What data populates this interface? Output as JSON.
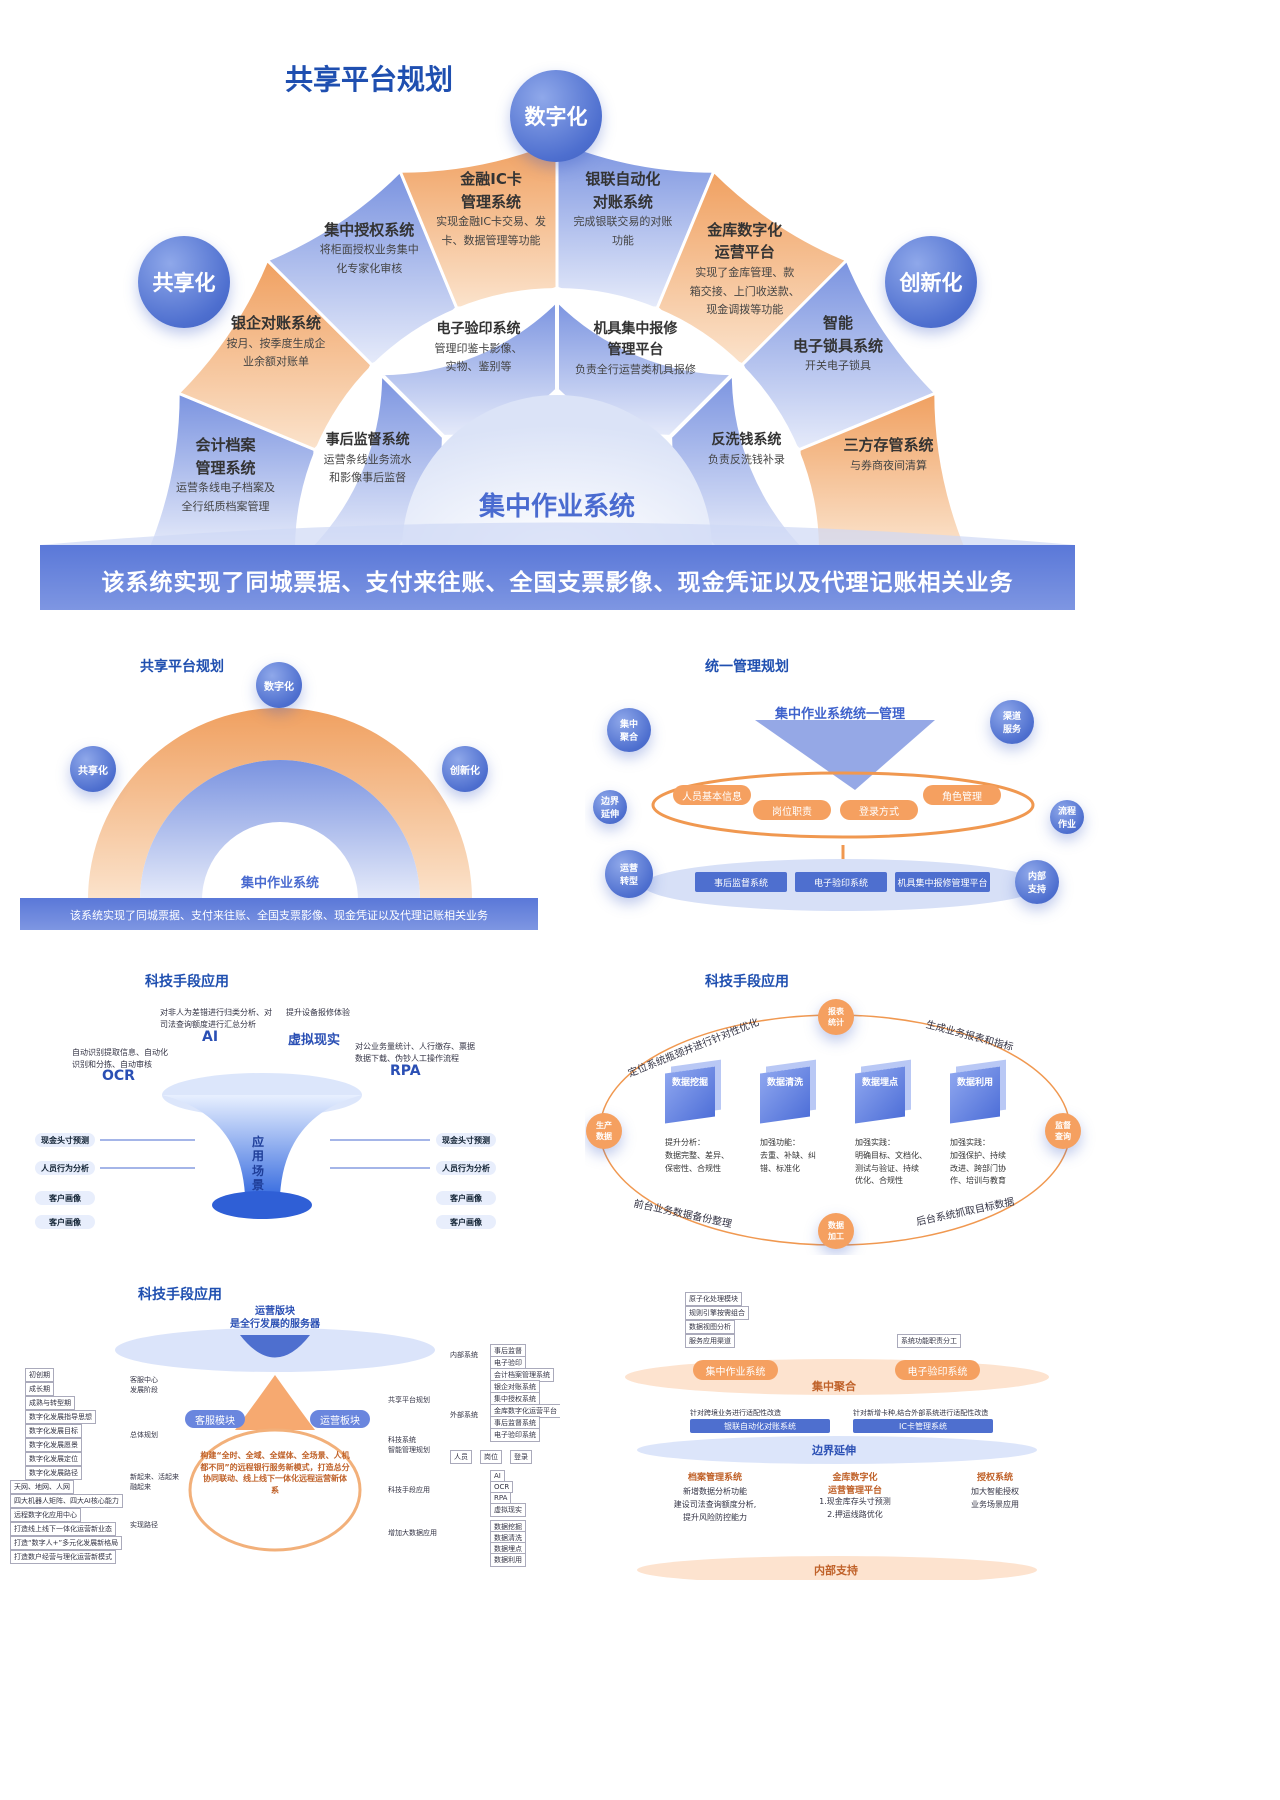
{
  "s1": {
    "title": "共享平台规划",
    "left": "共享化",
    "top": "数字化",
    "right": "创新化",
    "center": "集中作业系统",
    "banner": "该系统实现了同城票据、支付来往账、全国支票影像、现金凭证以及代理记账相关业务",
    "outer": [
      {
        "t1": "会计档案",
        "t2": "管理系统",
        "d": [
          "运营条线电子档案及",
          "全行纸质档案管理"
        ]
      },
      {
        "t1": "银企对账系统",
        "t2": "",
        "d": [
          "按月、按季度生成企",
          "业余额对账单"
        ]
      },
      {
        "t1": "集中授权系统",
        "t2": "",
        "d": [
          "将柜面授权业务集中",
          "化专家化审核"
        ]
      },
      {
        "t1": "金融IC卡",
        "t2": "管理系统",
        "d": [
          "实现金融IC卡交易、发",
          "卡、数据管理等功能"
        ]
      },
      {
        "t1": "银联自动化",
        "t2": "对账系统",
        "d": [
          "完成银联交易的对账",
          "功能"
        ]
      },
      {
        "t1": "金库数字化",
        "t2": "运营平台",
        "d": [
          "实现了金库管理、款",
          "箱交接、上门收送款、",
          "现金调拨等功能"
        ]
      },
      {
        "t1": "智能",
        "t2": "电子锁具系统",
        "d": [
          "开关电子锁具"
        ]
      },
      {
        "t1": "三方存管系统",
        "t2": "",
        "d": [
          "与券商夜间清算"
        ]
      }
    ],
    "inner": [
      {
        "t1": "事后监督系统",
        "d": [
          "运营条线业务流水",
          "和影像事后监督"
        ]
      },
      {
        "t1": "电子验印系统",
        "d": [
          "管理印鉴卡影像、",
          "实物、鉴别等"
        ]
      },
      {
        "t1": "机具集中报修",
        "t2": "管理平台",
        "d": [
          "负责全行运营类机具报修"
        ]
      },
      {
        "t1": "反洗钱系统",
        "d": [
          "负责反洗钱补录"
        ]
      }
    ]
  },
  "s2": {
    "title": "共享平台规划"
  },
  "s3": {
    "title": "统一管理规划",
    "header": "集中作业系统统一管理",
    "bubbles": [
      "集中\n聚合",
      "渠道\n服务",
      "边界\n延伸",
      "流程\n作业",
      "运营\n转型",
      "内部\n支持"
    ],
    "discs": [
      "人员基本信息",
      "岗位职责",
      "登录方式",
      "角色管理"
    ],
    "bars": [
      "事后监督系统",
      "电子验印系统",
      "机具集中报修管理平台"
    ]
  },
  "s4": {
    "title": "科技手段应用",
    "ai": "AI",
    "vr": "虚拟现实",
    "ocr": "OCR",
    "rpa": "RPA",
    "ai_d": "对非人为差错进行归类分析、对\n司法查询额度进行汇总分析",
    "vr_d": "提升设备报修体验",
    "ocr_d": "自动识别提取信息、自动化\n识别和分拣、自动审核",
    "rpa_d": "对公业务量统计、人行缴存、票据\n数据下载、伪钞人工操作流程",
    "funnel": "应\n用\n场\n景",
    "left": [
      "现金头寸预测",
      "人员行为分析",
      "客户画像",
      "客户画像"
    ],
    "right": [
      "现金头寸预测",
      "人员行为分析",
      "客户画像",
      "客户画像"
    ]
  },
  "s5": {
    "title": "科技手段应用",
    "top": "报表\n统计",
    "left": "生产\n数据",
    "right": "监督\n查询",
    "bottom": "数据\n加工",
    "arc_tl": "定位系统瓶颈并进行针对性优化",
    "arc_tr": "生成业务报表和指标",
    "arc_bl": "前台业务数据备份整理",
    "arc_br": "后台系统抓取目标数据",
    "cubes": [
      {
        "name": "数据挖掘",
        "d": "提升分析：\n数据完整、差异、\n保密性、合规性"
      },
      {
        "name": "数据清洗",
        "d": "加强功能：\n去重、补缺、纠\n错、标准化"
      },
      {
        "name": "数据埋点",
        "d": "加强实践：\n明确目标、文档化、\n测试与验证、持续\n优化、合规性"
      },
      {
        "name": "数据利用",
        "d": "加强实践：\n加强保护、持续\n改进、跨部门协\n作、培训与教育"
      }
    ]
  },
  "s6": {
    "title": "科技手段应用",
    "head1": "运营版块",
    "head2": "是全行发展的服务器",
    "b1": "客服模块",
    "b2": "运营板块",
    "center": "构建“全时、全域、全媒体、全场景、人机都不同”的远程银行服务新模式，打造总分协同联动、线上线下一体化远程运营新体系",
    "leftList": [
      "初创期",
      "成长期",
      "成熟与转型期",
      "数字化发展指导思想",
      "数字化发展目标",
      "数字化发展愿景",
      "数字化发展定位",
      "数字化发展路径",
      "天网、地网、人网",
      "四大机器人矩阵、四大AI核心能力",
      "远程数字化应用中心",
      "打造线上线下一体化运营新业态",
      "打造“数字人+”多元化发展新格局",
      "打造数户经营与理化运营新模式"
    ],
    "leftMid": [
      "客服中心\n发展阶段",
      "总体规划",
      "新起来、活起来\n融起来",
      "实现路径"
    ],
    "rightMid": [
      "共享平台规划",
      "科技系统\n智能管理规划",
      "科技手段应用",
      "增加大数据应用"
    ],
    "rightA": [
      "内部系统",
      "外部系统"
    ],
    "rightList": [
      "事后监督",
      "电子验印",
      "会计档案管理系统",
      "银企对账系统",
      "集中授权系统",
      "金库数字化运营平台",
      "事后监督系统",
      "电子验印系统",
      "人员",
      "岗位",
      "登录",
      "AI",
      "OCR",
      "RPA",
      "虚拟现实",
      "数据挖掘",
      "数据清洗",
      "数据埋点",
      "数据利用"
    ]
  },
  "s7": {
    "top": [
      "原子化处理模块",
      "规则引擎按需组合",
      "数据视图分析",
      "服务应用渠道"
    ],
    "topR": "系统功能职责分工",
    "d1": "集中作业系统",
    "d2": "电子验印系统",
    "label1": "集中聚合",
    "mid1": "针对跨境业务进行适配性改造",
    "mid2": "针对新增卡种,结合外部系统进行适配性改造",
    "bar1": "银联自动化对账系统",
    "bar2": "IC卡管理系统",
    "label2": "边界延伸",
    "cols": [
      {
        "t": "档案管理系统",
        "d": "新增数据分析功能\n建设司法查询额度分析,\n提升风险防控能力"
      },
      {
        "t": "金库数字化\n运营管理平台",
        "d": "1.现金库存头寸预测\n2.押运线路优化"
      },
      {
        "t": "授权系统",
        "d": "加大智能授权\n业务场景应用"
      }
    ],
    "label3": "内部支持"
  }
}
